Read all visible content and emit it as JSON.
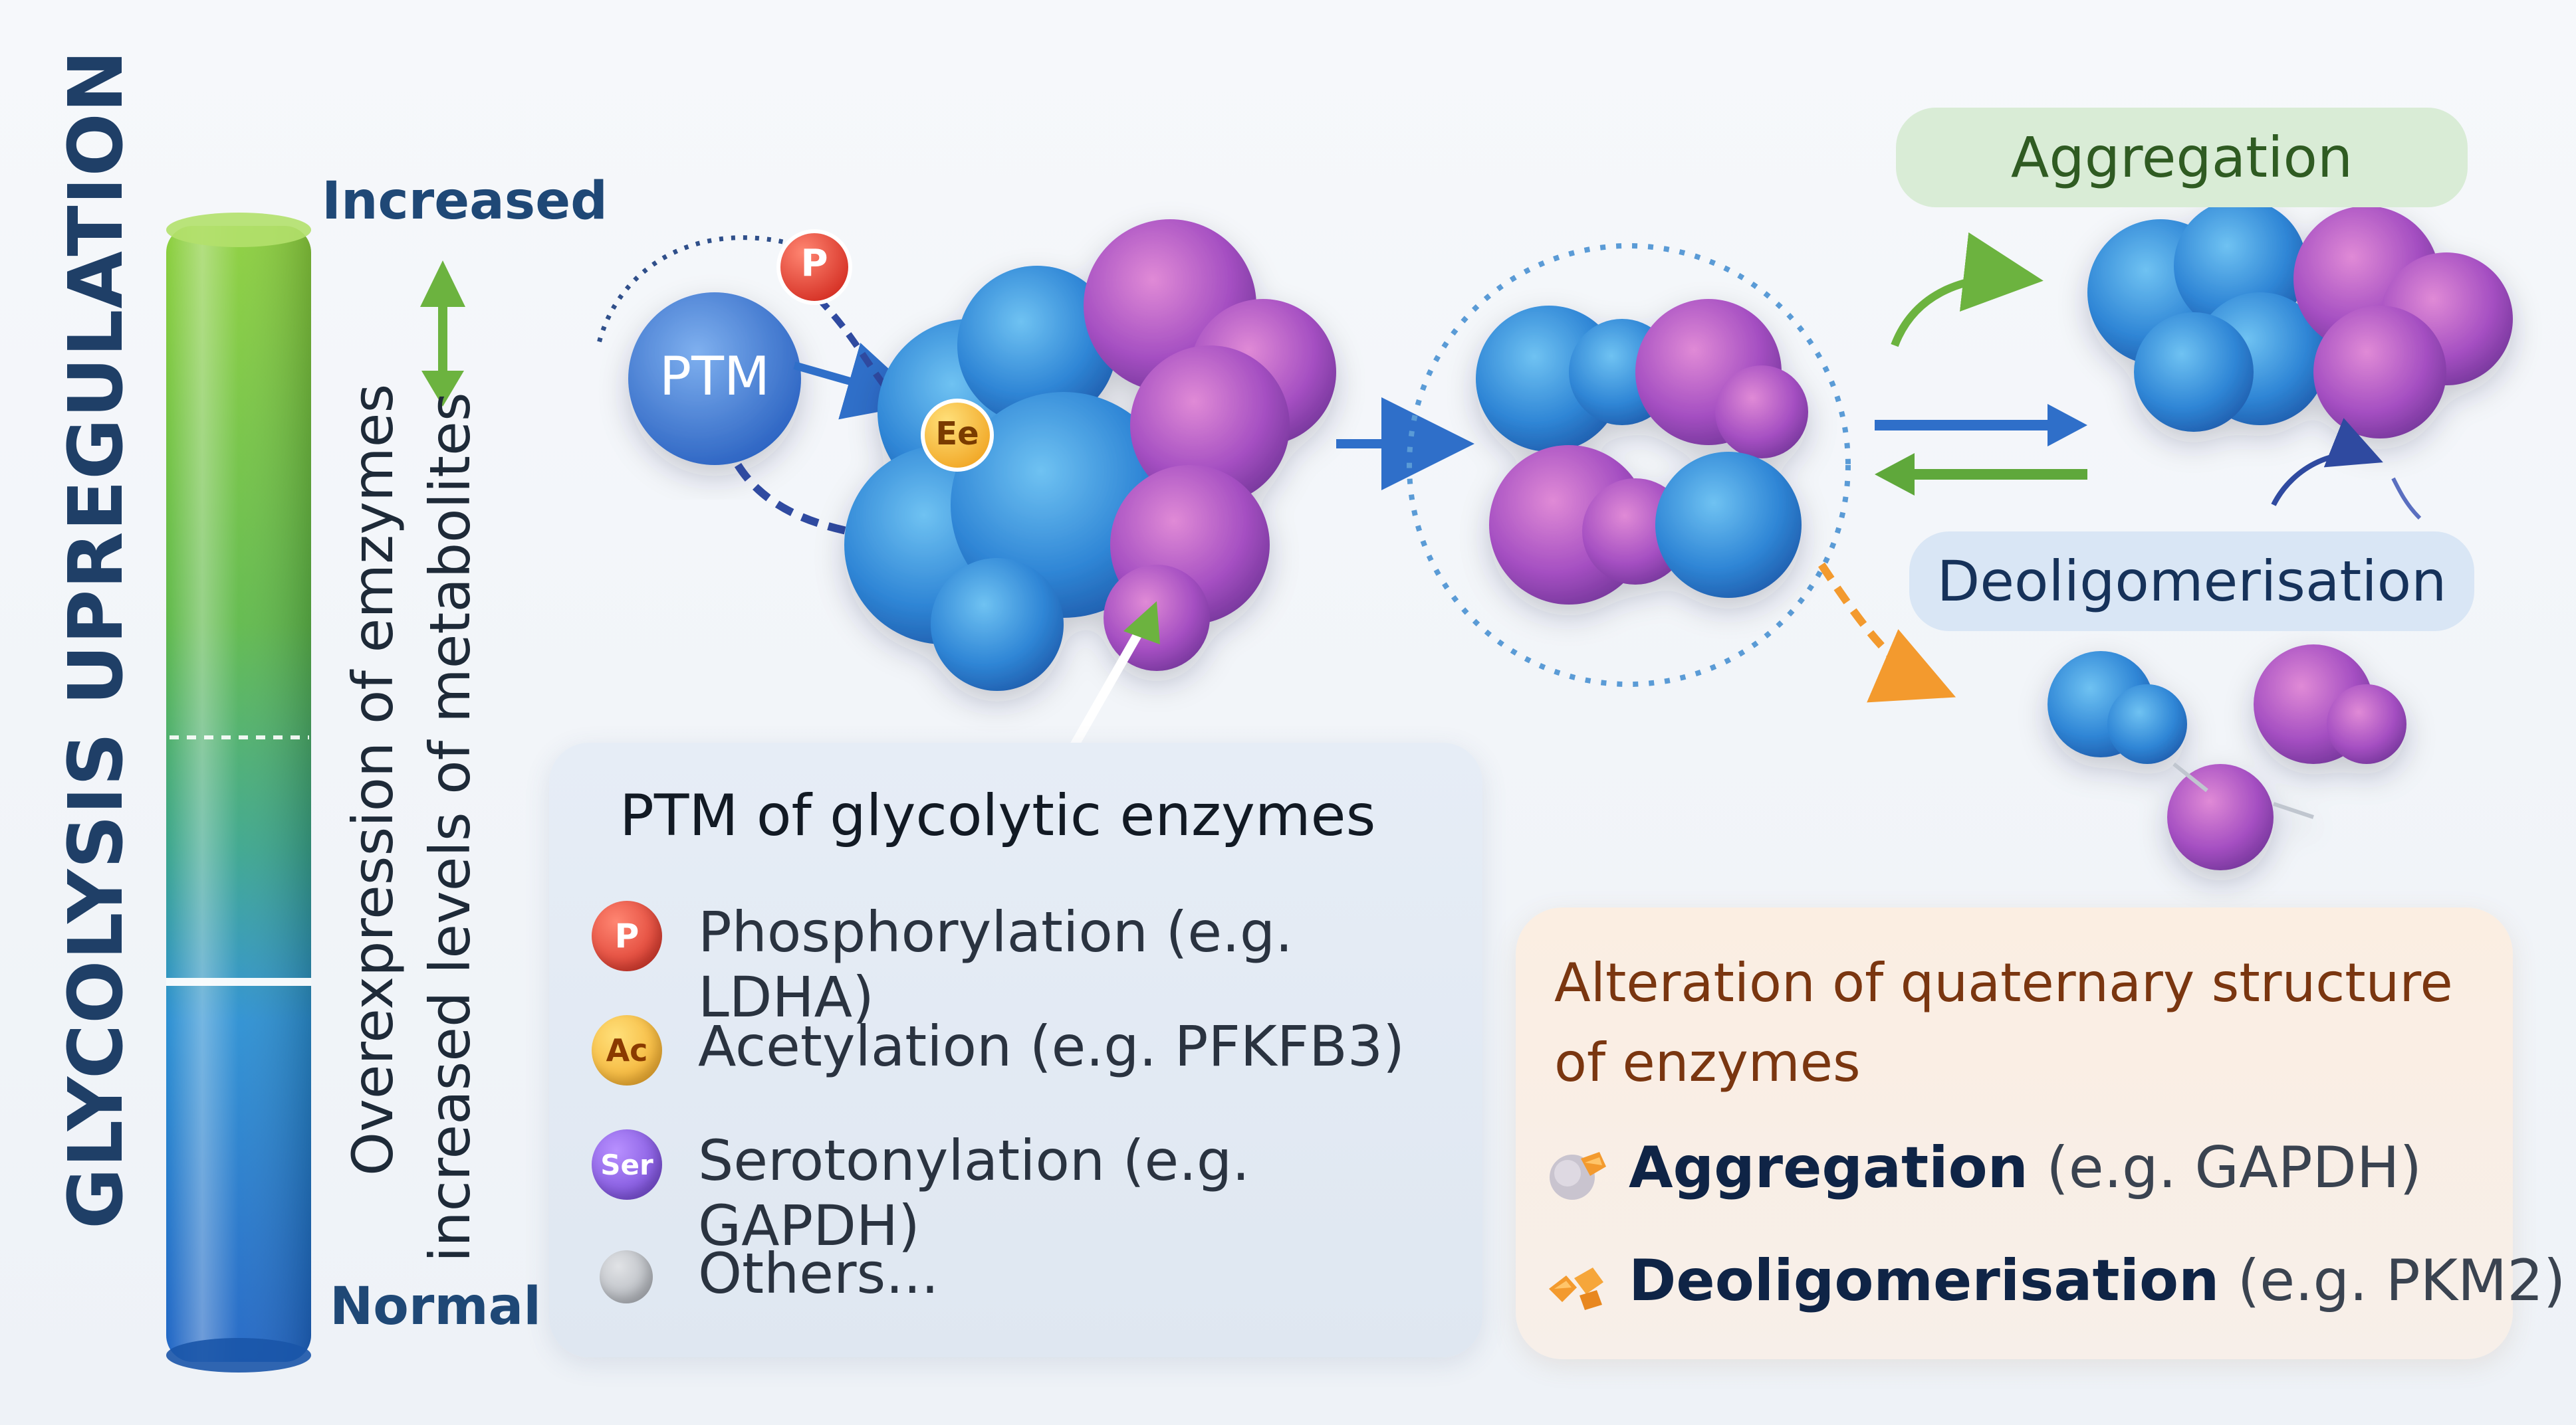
{
  "diagram": {
    "vertical_title": "GLYCOLYSIS UPREGULATION",
    "gradient_bar": {
      "top_label": "Increased",
      "bottom_label": "Normal"
    },
    "arrow_label": {
      "line1": "Overexpression of emzymes",
      "line2": "increased levels of metabolites"
    },
    "colors": {
      "green": "#6cb33f",
      "blue": "#2f6fc9",
      "protein_blue": "#2f86d6",
      "protein_purple": "#a54fc2",
      "orange": "#f39a2e"
    },
    "molecule_labels": {
      "ptm_circle": "PTM",
      "p_badge": "P",
      "ee_badge": "Ee"
    },
    "ptm_panel": {
      "title": "PTM of glycolytic enzymes",
      "items": [
        {
          "badge": "P",
          "text": "Phosphorylation (e.g. LDHA)",
          "badge_color": "#e03a2b"
        },
        {
          "badge": "Ac",
          "text": "Acetylation (e.g. PFKFB3)",
          "badge_color": "#f3b334"
        },
        {
          "badge": "Ser",
          "text": "Serotonylation (e.g. GAPDH)",
          "badge_color": "#7d4fd6"
        },
        {
          "badge": "",
          "text": "Others...",
          "badge_color": "#b9bcc2"
        }
      ]
    },
    "states": {
      "aggregation": "Aggregation",
      "deoligomerisation": "Deoligomerisation"
    },
    "quaternary_panel": {
      "title": "Alteration of quaternary structure of enzymes",
      "items": [
        {
          "strong": "Aggregation",
          "example": " (e.g. GAPDH)",
          "icon": "aggregation-icon"
        },
        {
          "strong": "Deoligomerisation",
          "example": " (e.g. PKM2)",
          "icon": "deoligomerisation-icon"
        }
      ]
    }
  }
}
